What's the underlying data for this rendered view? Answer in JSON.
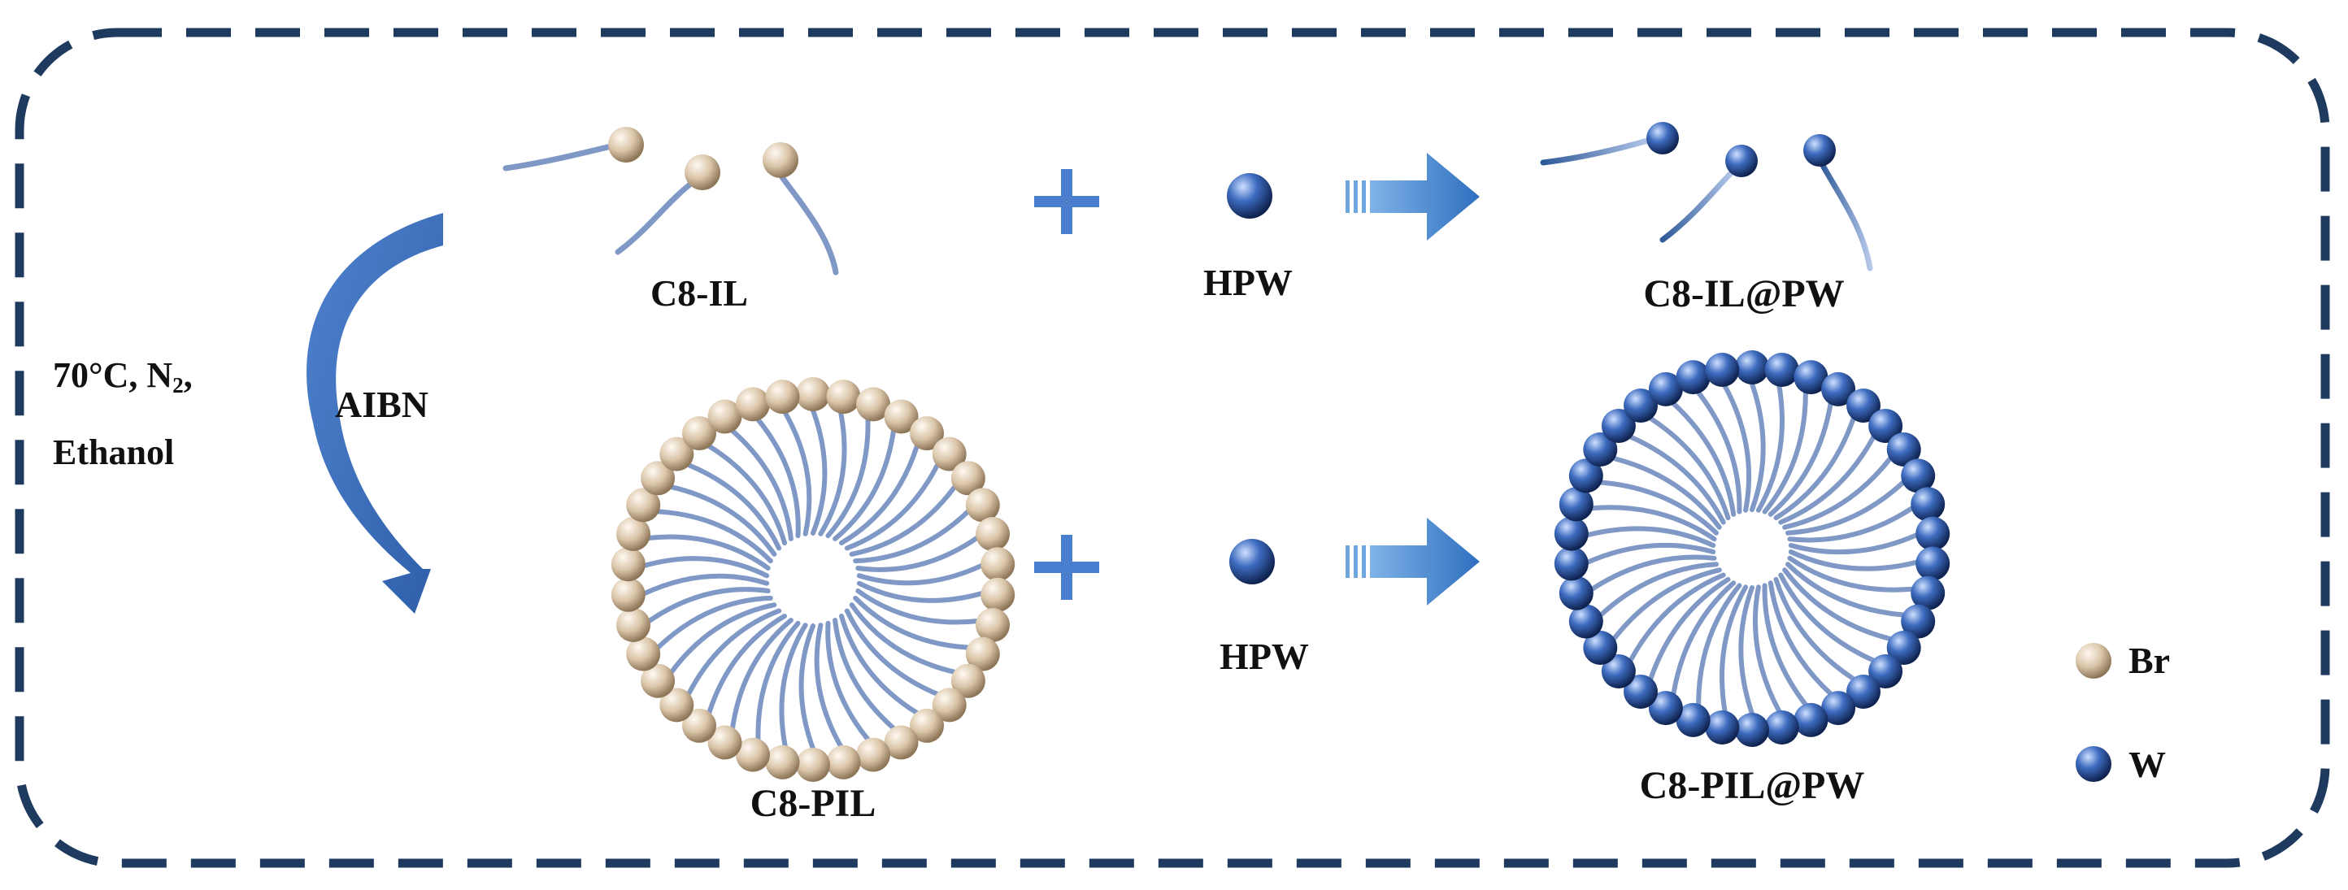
{
  "colors": {
    "frame": "#1f3a5f",
    "ion": "#d9c4a8",
    "tungsten": "#2f5aa8",
    "tail": "#7f98c6",
    "arrow": "#3f75c8",
    "plus": "#4a7fd0"
  },
  "conditions": {
    "line1_prefix": "70°C, N",
    "line1_sub": "2",
    "line1_suffix": ",",
    "line2": "Ethanol"
  },
  "initiator": "AIBN",
  "top_row": {
    "monomer_label": "C8-IL",
    "plus": "+",
    "reagent_label": "HPW",
    "product_label": "C8-IL@PW"
  },
  "bottom_row": {
    "polymer_label": "C8-PIL",
    "plus": "+",
    "reagent_label": "HPW",
    "product_label": "C8-PIL@PW"
  },
  "legend": [
    {
      "symbol": "br-sphere",
      "label": "Br"
    },
    {
      "symbol": "w-sphere",
      "label": "W"
    }
  ]
}
